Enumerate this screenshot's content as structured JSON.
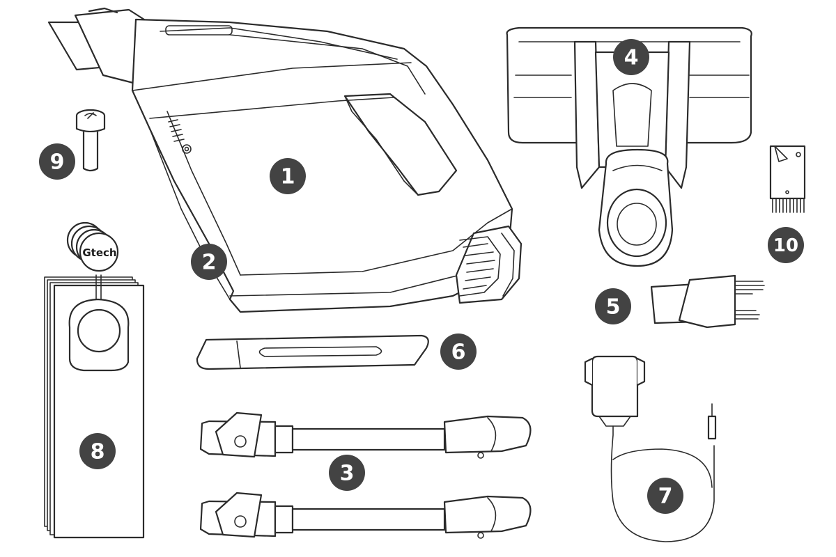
{
  "parts": [
    {
      "id": "handheld-unit",
      "label": "1"
    },
    {
      "id": "battery",
      "label": "2"
    },
    {
      "id": "extension-tubes",
      "label": "3"
    },
    {
      "id": "floor-head",
      "label": "4"
    },
    {
      "id": "brush-tool",
      "label": "5"
    },
    {
      "id": "crevice-tool",
      "label": "6"
    },
    {
      "id": "charger",
      "label": "7"
    },
    {
      "id": "bags",
      "label": "8"
    },
    {
      "id": "fragrance-stick",
      "label": "9"
    },
    {
      "id": "cleaning-comb",
      "label": "10"
    }
  ],
  "brand_logo": "Gtech"
}
